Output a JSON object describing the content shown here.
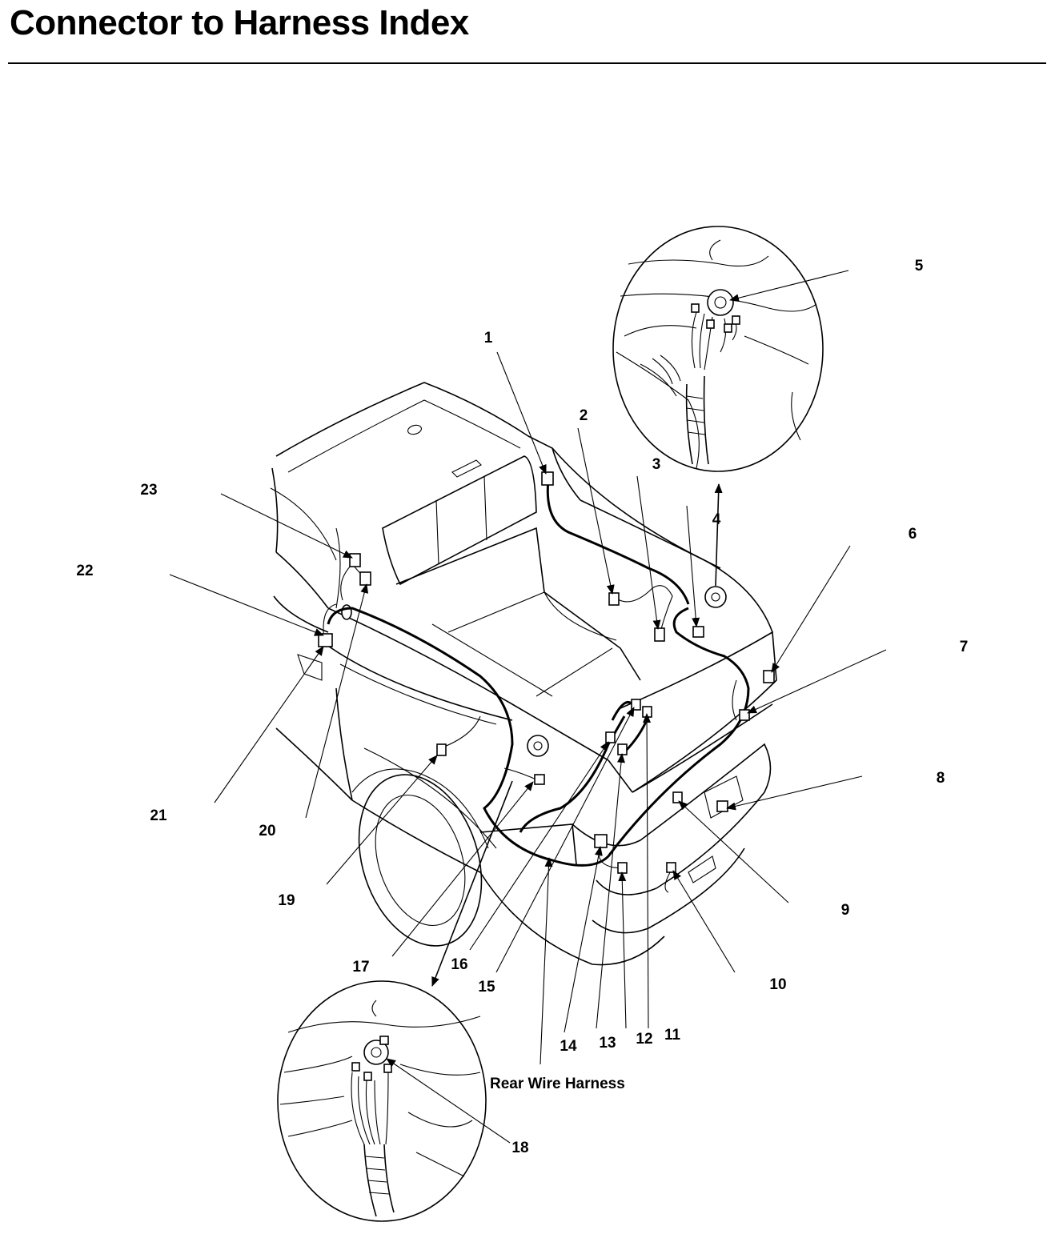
{
  "page": {
    "title": "Connector to Harness Index"
  },
  "diagram": {
    "harness_label": "Rear Wire Harness",
    "callouts": [
      "1",
      "2",
      "3",
      "4",
      "5",
      "6",
      "7",
      "8",
      "9",
      "10",
      "11",
      "12",
      "13",
      "14",
      "15",
      "16",
      "17",
      "18",
      "19",
      "20",
      "21",
      "22",
      "23"
    ]
  }
}
